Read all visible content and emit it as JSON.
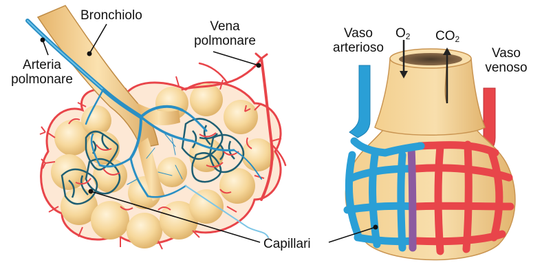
{
  "labels": {
    "bronchiolo": "Bronchiolo",
    "vena_line1": "Vena",
    "vena_line2": "polmonare",
    "arteria_line1": "Arteria",
    "arteria_line2": "polmonare",
    "vaso_art_line1": "Vaso",
    "vaso_art_line2": "arterioso",
    "o2_base": "O",
    "o2_sub": "2",
    "co2_base": "CO",
    "co2_sub": "2",
    "vaso_ven_line1": "Vaso",
    "vaso_ven_line2": "venoso",
    "capillari": "Capillari"
  },
  "colors": {
    "artery_blue": "#2a9fd6",
    "vein_red": "#e8454a",
    "alveolus_yellow": "#f6d79a",
    "tissue_tan": "#efc886",
    "dark_teal": "#1f5f73"
  }
}
